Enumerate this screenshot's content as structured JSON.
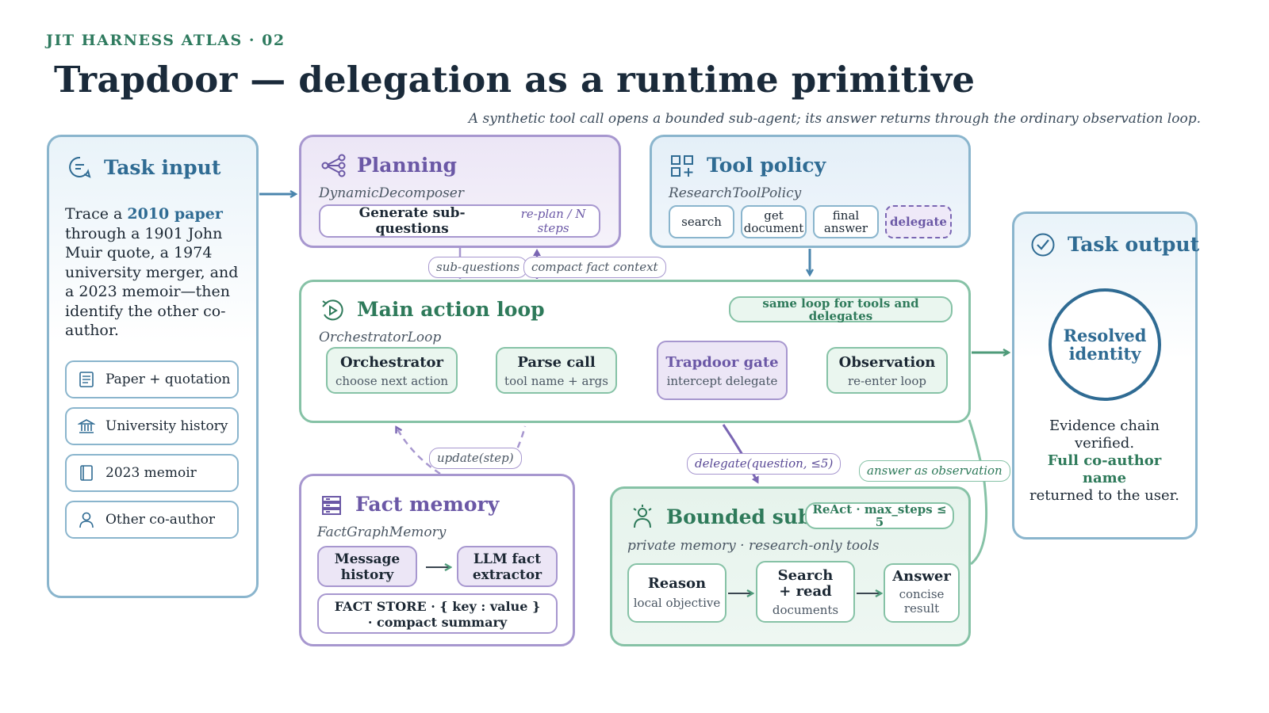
{
  "header": {
    "eyebrow": "JIT HARNESS ATLAS · 02",
    "title": "Trapdoor — delegation as a runtime primitive",
    "subtitle": "A synthetic tool call opens a bounded sub-agent; its answer returns through the ordinary observation loop."
  },
  "task_input": {
    "title": "Task input",
    "body_pre": "Trace a ",
    "body_highlight": "2010 paper",
    "body_post": " through a 1901 John Muir quote, a 1974 university merger, and a 2023 memoir—then identify the other co-author.",
    "items": [
      {
        "label": "Paper + quotation",
        "icon": "document-icon"
      },
      {
        "label": "University history",
        "icon": "institution-icon"
      },
      {
        "label": "2023 memoir",
        "icon": "book-icon"
      },
      {
        "label": "Other co-author",
        "icon": "person-icon"
      }
    ]
  },
  "planning": {
    "title": "Planning",
    "class_name": "DynamicDecomposer",
    "action": "Generate sub-questions",
    "action_note": "re-plan / N steps"
  },
  "tool_policy": {
    "title": "Tool policy",
    "class_name": "ResearchToolPolicy",
    "tools": [
      "search",
      "get document",
      "final answer",
      "delegate"
    ]
  },
  "connectors": {
    "sub_questions": "sub-questions",
    "compact_fact_context": "compact fact context",
    "update_step": "update(step)",
    "delegate_call": "delegate(question, ≤5)",
    "answer_as_observation": "answer as observation"
  },
  "main_loop": {
    "title": "Main action loop",
    "class_name": "OrchestratorLoop",
    "badge": "same loop for tools and delegates",
    "stages": [
      {
        "title": "Orchestrator",
        "sub": "choose next action"
      },
      {
        "title": "Parse call",
        "sub": "tool name + args"
      },
      {
        "title": "Trapdoor gate",
        "sub": "intercept delegate"
      },
      {
        "title": "Observation",
        "sub": "re-enter loop"
      }
    ]
  },
  "fact_memory": {
    "title": "Fact memory",
    "class_name": "FactGraphMemory",
    "source": "Message history",
    "extractor": "LLM fact extractor",
    "store": "FACT STORE · { key : value } · compact summary"
  },
  "sub_agent": {
    "title": "Bounded sub-a",
    "badge": "ReAct · max_steps ≤ 5",
    "subtitle": "private memory · research-only tools",
    "steps": [
      {
        "title": "Reason",
        "sub": "local objective"
      },
      {
        "title": "Search + read",
        "sub": "documents"
      },
      {
        "title": "Answer",
        "sub": "concise result"
      }
    ]
  },
  "task_output": {
    "title": "Task output",
    "result": "Resolved identity",
    "text_pre": "Evidence chain verified.",
    "text_highlight": "Full co-author name",
    "text_post": "returned to the user."
  },
  "colors": {
    "blue": "#2f6b93",
    "purple": "#6b58a6",
    "green": "#2e7a5a"
  }
}
